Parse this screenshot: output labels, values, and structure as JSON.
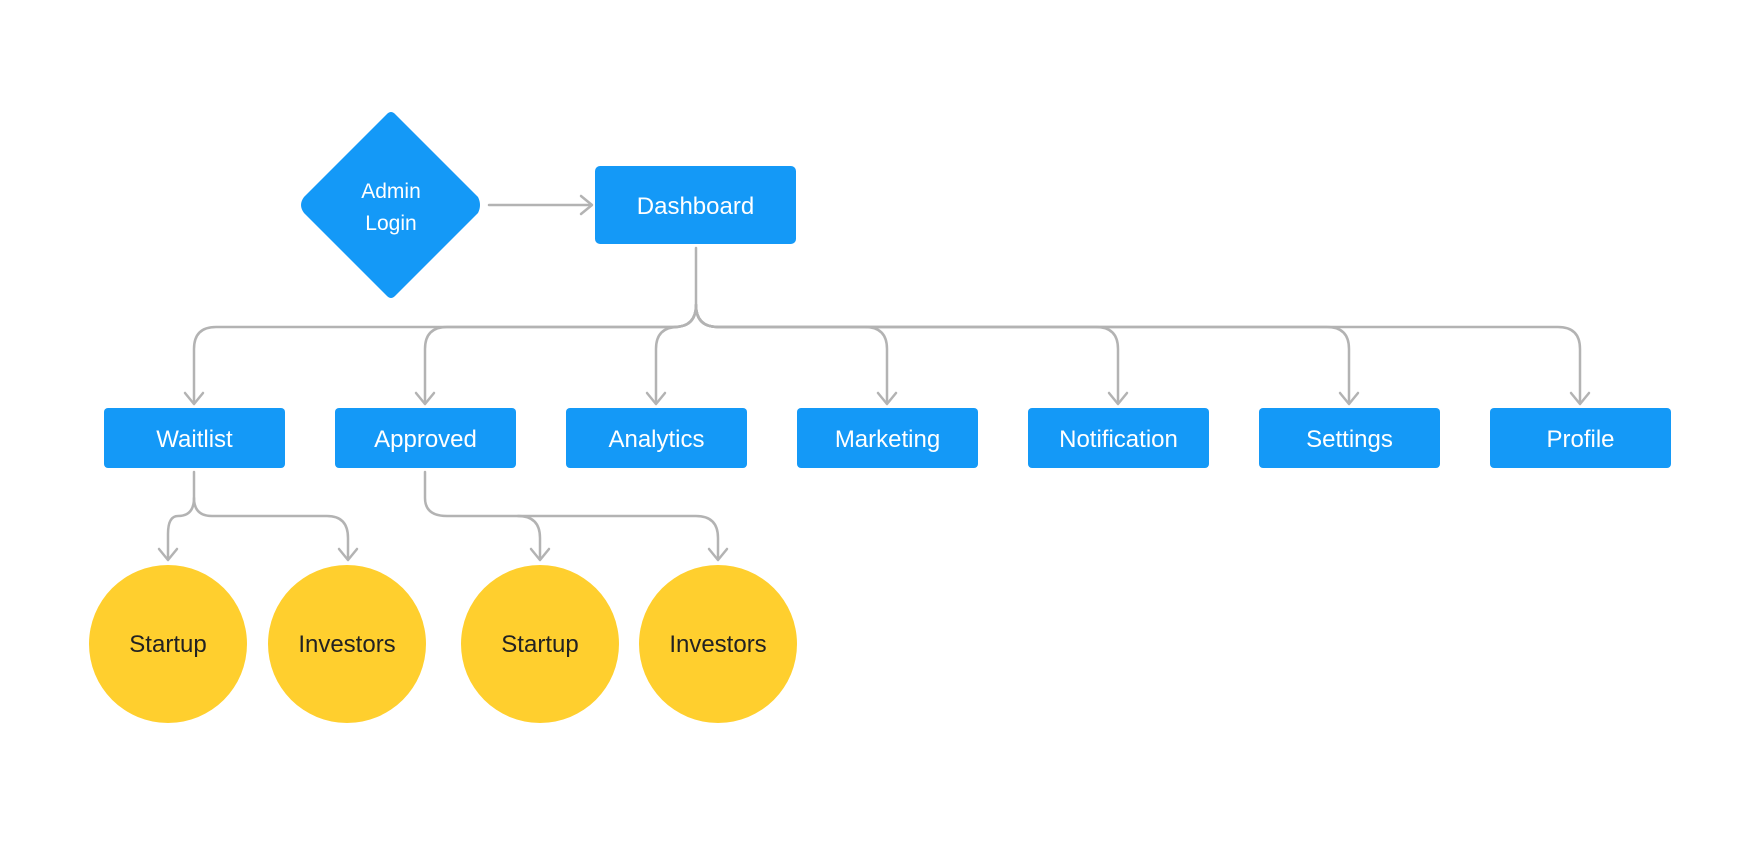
{
  "colors": {
    "node_blue": "#1499f7",
    "leaf_yellow": "#ffcf2e",
    "connector_gray": "#b3b3b3"
  },
  "diagram": {
    "start": {
      "line1": "Admin",
      "line2": "Login"
    },
    "hub": {
      "label": "Dashboard"
    },
    "sections": [
      {
        "label": "Waitlist"
      },
      {
        "label": "Approved"
      },
      {
        "label": "Analytics"
      },
      {
        "label": "Marketing"
      },
      {
        "label": "Notification"
      },
      {
        "label": "Settings"
      },
      {
        "label": "Profile"
      }
    ],
    "leaves": [
      {
        "label": "Startup"
      },
      {
        "label": "Investors"
      },
      {
        "label": "Startup"
      },
      {
        "label": "Investors"
      }
    ]
  }
}
